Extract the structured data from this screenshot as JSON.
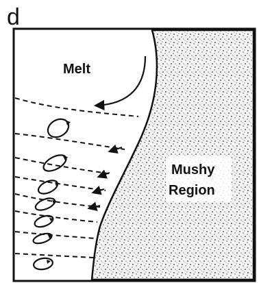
{
  "panel_label": "d",
  "labels": {
    "melt": "Melt",
    "mushy_line1": "Mushy",
    "mushy_line2": "Region"
  },
  "colors": {
    "ink": "#111111",
    "background": "#ffffff",
    "mush_fill": "#e8e8e8"
  }
}
